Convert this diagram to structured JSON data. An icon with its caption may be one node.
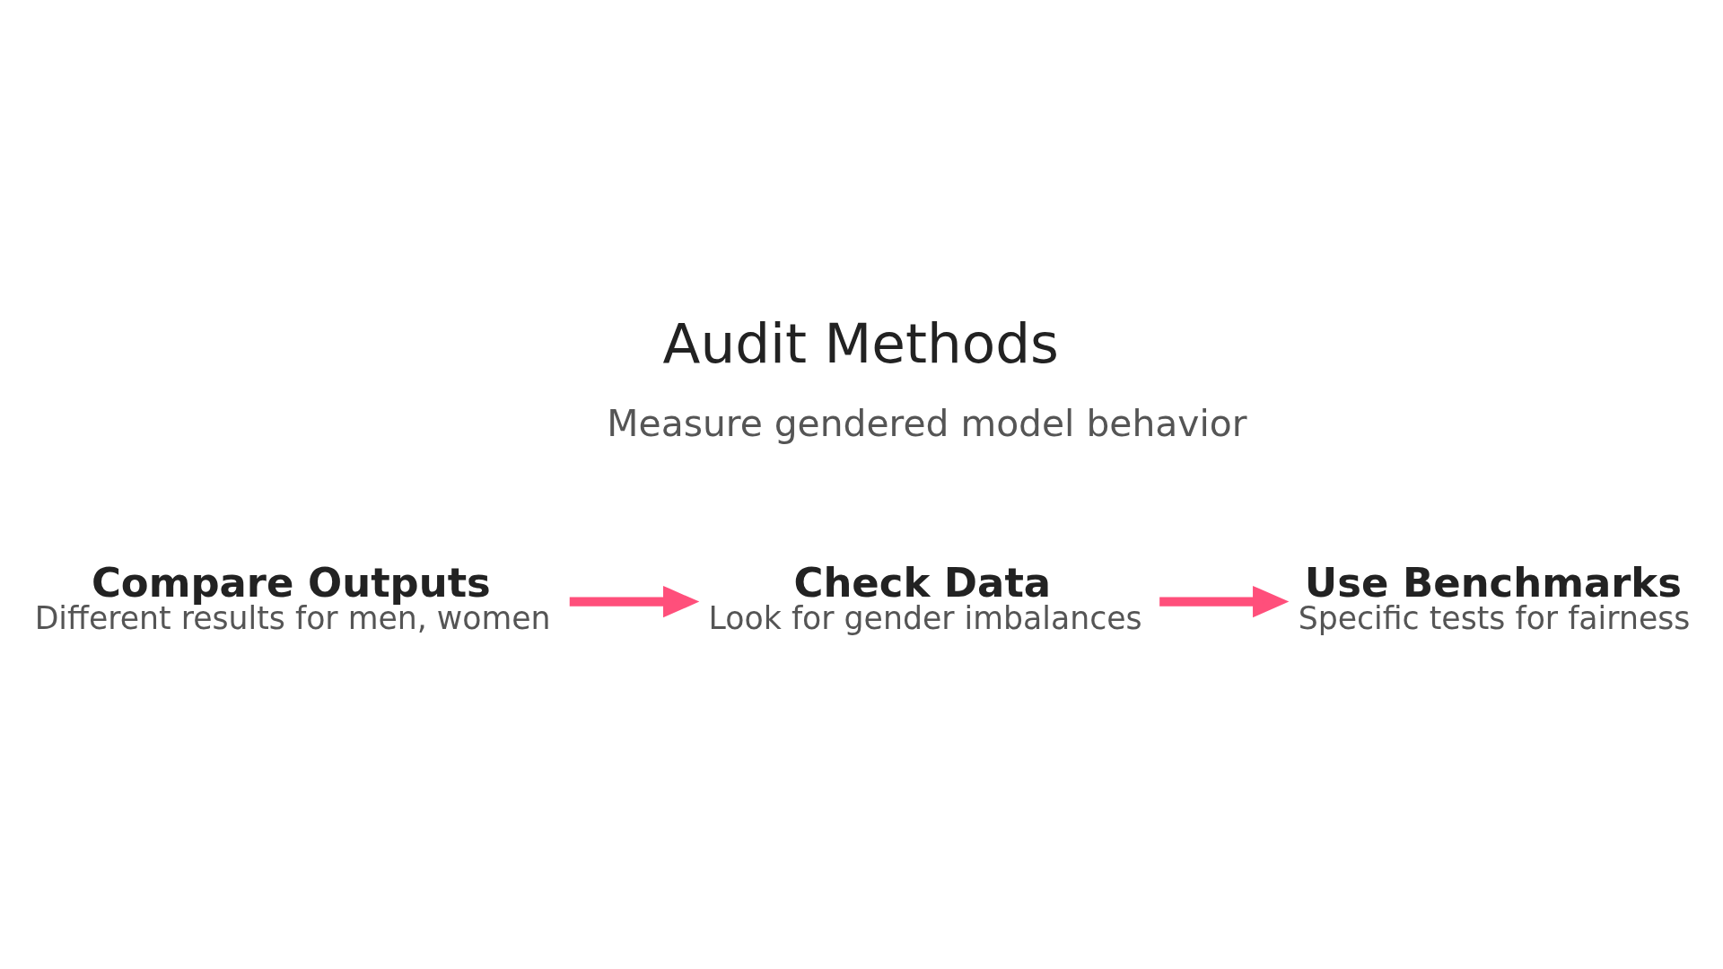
{
  "diagram": {
    "title": "Audit Methods",
    "nodes": [
      {
        "text": [
          "Compare Outputs",
          "Different results for men, women"
        ]
      },
      {
        "text": [
          "Check Data",
          "Look for gender imbalances"
        ]
      },
      {
        "text": [
          "Use Benchmarks",
          "Specific tests for fairness"
        ]
      }
    ],
    "edges": [
      {
        "from": 0,
        "to": 1,
        "arrow": "to"
      },
      {
        "from": 1,
        "to": 2,
        "arrow": "to"
      }
    ],
    "labels": [
      "Measure gendered model behavior"
    ]
  }
}
